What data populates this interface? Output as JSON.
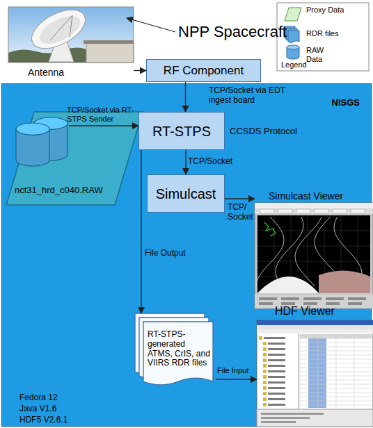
{
  "diagram": {
    "nodes": [
      {
        "text": [
          "Antenna"
        ]
      },
      {
        "text": [
          "RF Component"
        ]
      },
      {
        "text": [
          "NISGS"
        ]
      },
      {
        "text": [
          "nct31_hrd_c040.RAW"
        ],
        "in": 2
      },
      {
        "text": [
          "RT-STPS"
        ],
        "in": 2
      },
      {
        "text": [
          "Simulcast"
        ],
        "in": 2
      },
      {
        "text": [
          "Simulcast Viewer"
        ],
        "in": 2
      },
      {
        "text": [
          "RT-STPS-generated ATMS, CrIS, and VIIRS RDR files"
        ],
        "in": 2
      },
      {
        "text": [
          "HDF Viewer"
        ],
        "in": 2
      }
    ],
    "edges": [
      {
        "from": 0,
        "to": 1,
        "arrow": "to"
      },
      {
        "from": 1,
        "to": 4,
        "label": "TCP/Socket via EDT ingest board",
        "arrow": "to"
      },
      {
        "from": 3,
        "to": 4,
        "label": "TCP/Socket via RT-STPS Sender",
        "arrow": "to"
      },
      {
        "from": 4,
        "to": 5,
        "label": "TCP/Socket",
        "arrow": "to"
      },
      {
        "from": 5,
        "to": 6,
        "label": "TCP/ Socket",
        "arrow": "to"
      },
      {
        "from": 4,
        "to": 7,
        "label": "File Output",
        "arrow": "to"
      },
      {
        "from": 7,
        "to": 8,
        "label": "File Input",
        "arrow": "to"
      }
    ],
    "labels": [
      "NPP Spacecraft",
      "Legend",
      "CCSDS Protocol",
      "Fedora 12",
      "Java V1.6",
      "HDF5 V2.6.1"
    ],
    "legend": [
      {
        "text": "Proxy Data"
      },
      {
        "text": "RDR files"
      },
      {
        "text": "RAW Data"
      }
    ]
  }
}
